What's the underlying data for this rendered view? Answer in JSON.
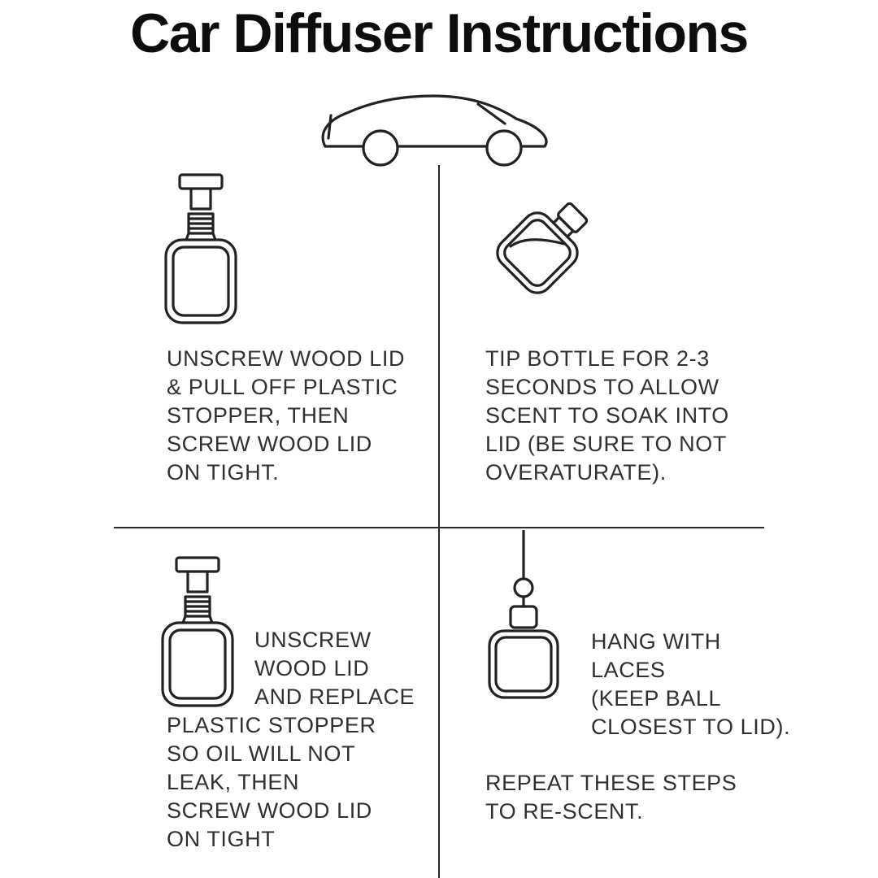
{
  "page": {
    "title": "Car Diffuser Instructions",
    "background": "#ffffff",
    "text_color": "#303030",
    "line_color": "#222222"
  },
  "illustrations": {
    "car": "car-outline-icon",
    "step1_bottle": "diffuser-bottle-upright-icon",
    "step2_bottle": "diffuser-bottle-tilted-icon",
    "step3_bottle": "diffuser-bottle-upright-icon",
    "step4_bottle": "diffuser-bottle-hanging-icon"
  },
  "steps": {
    "step1": {
      "text": "UNSCREW WOOD LID\n& PULL OFF PLASTIC\nSTOPPER, THEN\nSCREW WOOD LID\nON TIGHT."
    },
    "step2": {
      "text": "TIP BOTTLE FOR 2-3\nSECONDS TO ALLOW\nSCENT TO SOAK INTO\nLID (BE SURE TO NOT\nOVERATURATE)."
    },
    "step3": {
      "text": "UNSCREW\nWOOD LID\nAND REPLACE\nPLASTIC STOPPER\nSO OIL WILL NOT\nLEAK, THEN\nSCREW WOOD LID\nON TIGHT"
    },
    "step4": {
      "text": "HANG WITH\nLACES\n(KEEP BALL\nCLOSEST TO LID)."
    },
    "repeat": {
      "text": "REPEAT THESE STEPS\nTO RE-SCENT."
    }
  }
}
